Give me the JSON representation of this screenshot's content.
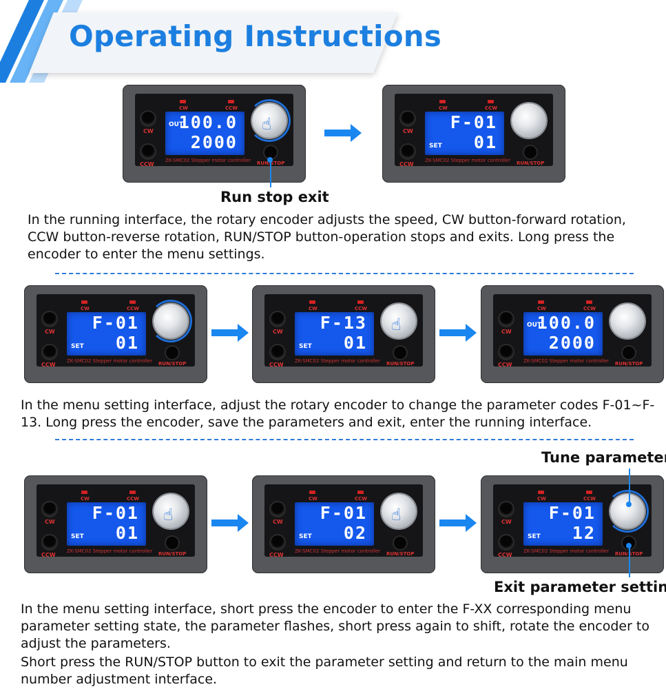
{
  "header": {
    "title": "Operating Instructions",
    "stripe_colors": [
      "#1c7fe0",
      "#67b3f5",
      "#bcdcfb"
    ]
  },
  "device": {
    "label_cw": "CW",
    "label_ccw": "CCW",
    "label_run_stop": "RUN/STOP",
    "label_out": "OUT",
    "label_set": "SET",
    "footer": "ZK-SMC02  Stepper motor controller"
  },
  "section1": {
    "callout_run_stop_exit": "Run stop exit",
    "panel_a": {
      "line1": "100.0",
      "line2": "2000"
    },
    "panel_b": {
      "line1": "F-01",
      "line2": "01"
    },
    "description": "In the running interface, the rotary encoder adjusts the speed, CW button-forward rotation, CCW button-reverse rotation, RUN/STOP button-operation stops and exits. Long press the encoder to enter the menu settings."
  },
  "section2": {
    "panel_a": {
      "line1": "F-01",
      "line2": "01"
    },
    "panel_b": {
      "line1": "F-13",
      "line2": "01"
    },
    "panel_c": {
      "line1": "100.0",
      "line2": "2000"
    },
    "description": "In the menu setting interface, adjust the rotary encoder to change the parameter codes F-01~F-13. Long press the encoder, save the parameters and exit, enter the running interface."
  },
  "section3": {
    "callout_tune_parameter": "Tune parameter",
    "callout_exit_parameter_setting": "Exit parameter setting",
    "panel_a": {
      "line1": "F-01",
      "line2": "01"
    },
    "panel_b": {
      "line1": "F-01",
      "line2": "02"
    },
    "panel_c": {
      "line1": "F-01",
      "line2": "12"
    },
    "description_1": "In the menu setting interface, short press the encoder to enter the F-XX corresponding menu parameter setting state, the parameter flashes, short press again to shift, rotate the encoder to adjust the parameters.",
    "description_2": "Short press the RUN/STOP button to exit the parameter setting and return to the main menu number adjustment interface."
  }
}
